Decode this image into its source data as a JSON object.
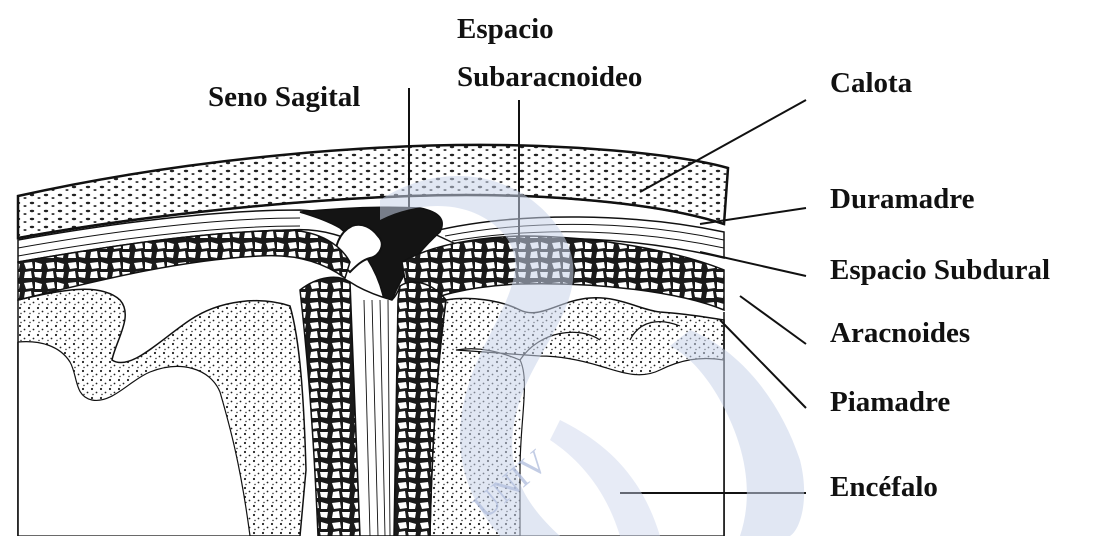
{
  "diagram": {
    "labels": {
      "seno_sagital": "Seno Sagital",
      "espacio_line1": "Espacio",
      "espacio_line2": "Subaracnoideo",
      "calota": "Calota",
      "duramadre": "Duramadre",
      "espacio_subdural": "Espacio Subdural",
      "aracnoides": "Aracnoides",
      "piamadre": "Piamadre",
      "encefalo": "Encéfalo"
    },
    "watermark_text": "UNIV",
    "colors": {
      "ink": "#111111",
      "space_fill": "#1a1a1a",
      "watermark": "#c9d3ea"
    }
  }
}
